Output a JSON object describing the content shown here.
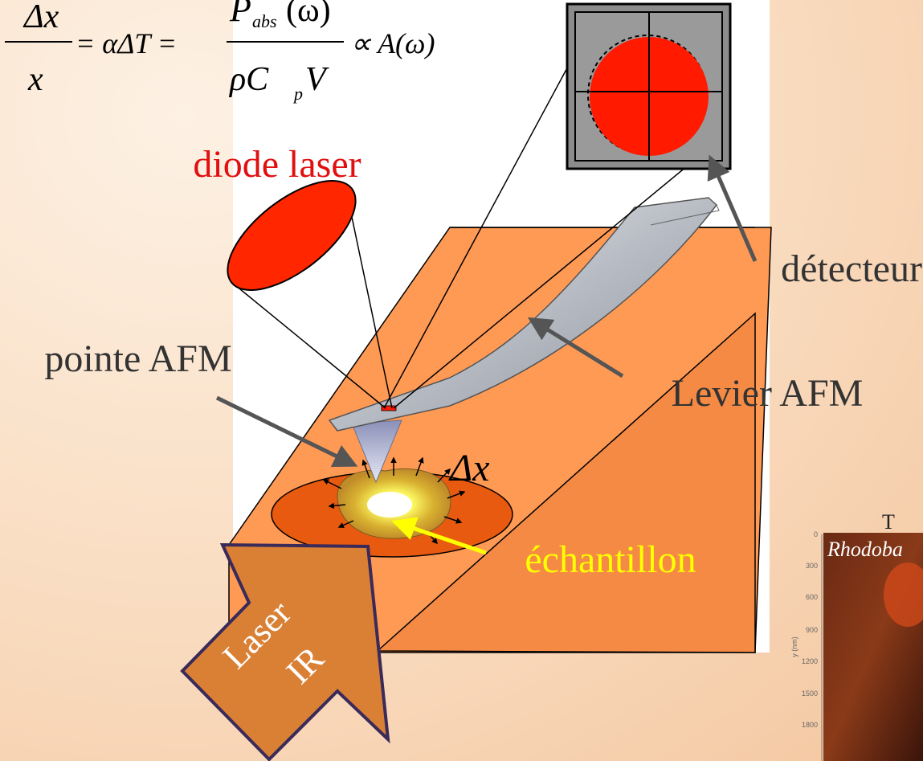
{
  "formula": {
    "numerator_left": "Δx",
    "denominator_left": "x",
    "middle": "= αΔT =",
    "p_main": "P",
    "p_sub": "abs",
    "p_arg": "(ω)",
    "denominator_right_main": "ρC",
    "denominator_right_sub": "p",
    "denominator_right_tail": "V",
    "proportional": "∝ A(ω)"
  },
  "labels": {
    "diode_laser": "diode laser",
    "detecteur": "détecteur",
    "pointe_afm": "pointe AFM",
    "levier_afm": "Levier AFM",
    "delta_x": "Δx",
    "echantillon": "échantillon",
    "laser_line1": "Laser",
    "laser_line2": "IR",
    "partial_t": "T",
    "inset_title": "Rhodoba"
  },
  "inset": {
    "axis_label": "y (nm)",
    "ticks": [
      "0",
      "300",
      "600",
      "900",
      "1200",
      "1500",
      "1800"
    ]
  },
  "colors": {
    "laser_red": "#ff1a00",
    "label_red": "#e01010",
    "echantillon_yellow": "#ffff00",
    "slab_orange": "#ff9a55",
    "arrow_gray": "#555555",
    "laser_ir_arrow": "#d98035"
  }
}
